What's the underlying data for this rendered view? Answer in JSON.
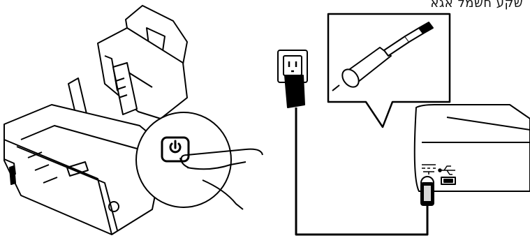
{
  "caption": {
    "text": "שקע חשמל אגא"
  },
  "figure": {
    "left_panel": {
      "subject": "scanner",
      "callout_icon": "power-icon"
    },
    "right_panel": {
      "subject": "power-adapter-connection",
      "callout_icon": "power-adapter-plug-icon",
      "port_labels": [
        "power-port-icon",
        "usb-icon"
      ]
    }
  },
  "colors": {
    "line": "#000000",
    "background": "#ffffff",
    "shade": "#d9d9d9"
  }
}
